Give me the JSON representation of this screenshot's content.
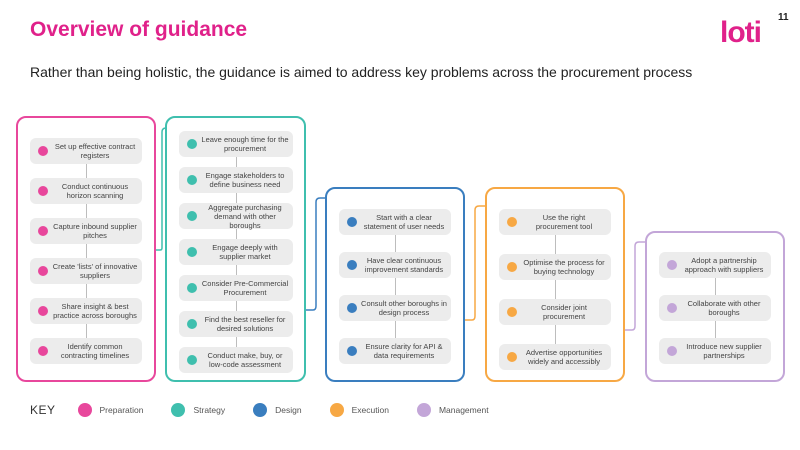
{
  "header": {
    "title": "Overview of guidance",
    "subtitle": "Rather than being holistic, the guidance is aimed to address key problems across the procurement process",
    "logo_text": "loti",
    "page_number": "11"
  },
  "colors": {
    "brand": "#e0218a",
    "preparation": "#e8479c",
    "strategy": "#3fbfae",
    "design": "#3a7ebf",
    "execution": "#f7a844",
    "management": "#c3a6d8"
  },
  "stages": [
    {
      "key": "preparation",
      "items": [
        "Set up effective contract registers",
        "Conduct continuous horizon scanning",
        "Capture inbound supplier pitches",
        "Create 'lists' of innovative suppliers",
        "Share insight & best practice across boroughs",
        "Identify common contracting timelines"
      ]
    },
    {
      "key": "strategy",
      "items": [
        "Leave enough time for the procurement",
        "Engage stakeholders to define business need",
        "Aggregate purchasing demand with other boroughs",
        "Engage deeply with supplier market",
        "Consider Pre-Commercial Procurement",
        "Find the best reseller for desired solutions",
        "Conduct make, buy, or low-code assessment"
      ]
    },
    {
      "key": "design",
      "items": [
        "Start with a clear statement of user needs",
        "Have clear continuous improvement standards",
        "Consult other boroughs in design process",
        "Ensure clarity for API & data requirements"
      ]
    },
    {
      "key": "execution",
      "items": [
        "Use the right procurement tool",
        "Optimise the process for buying technology",
        "Consider joint procurement",
        "Advertise opportunities widely and accessibly"
      ]
    },
    {
      "key": "management",
      "items": [
        "Adopt a partnership approach with suppliers",
        "Collaborate with other boroughs",
        "Introduce new supplier partnerships"
      ]
    }
  ],
  "key": {
    "title": "KEY",
    "entries": [
      {
        "key": "preparation",
        "label": "Preparation"
      },
      {
        "key": "strategy",
        "label": "Strategy"
      },
      {
        "key": "design",
        "label": "Design"
      },
      {
        "key": "execution",
        "label": "Execution"
      },
      {
        "key": "management",
        "label": "Management"
      }
    ]
  }
}
